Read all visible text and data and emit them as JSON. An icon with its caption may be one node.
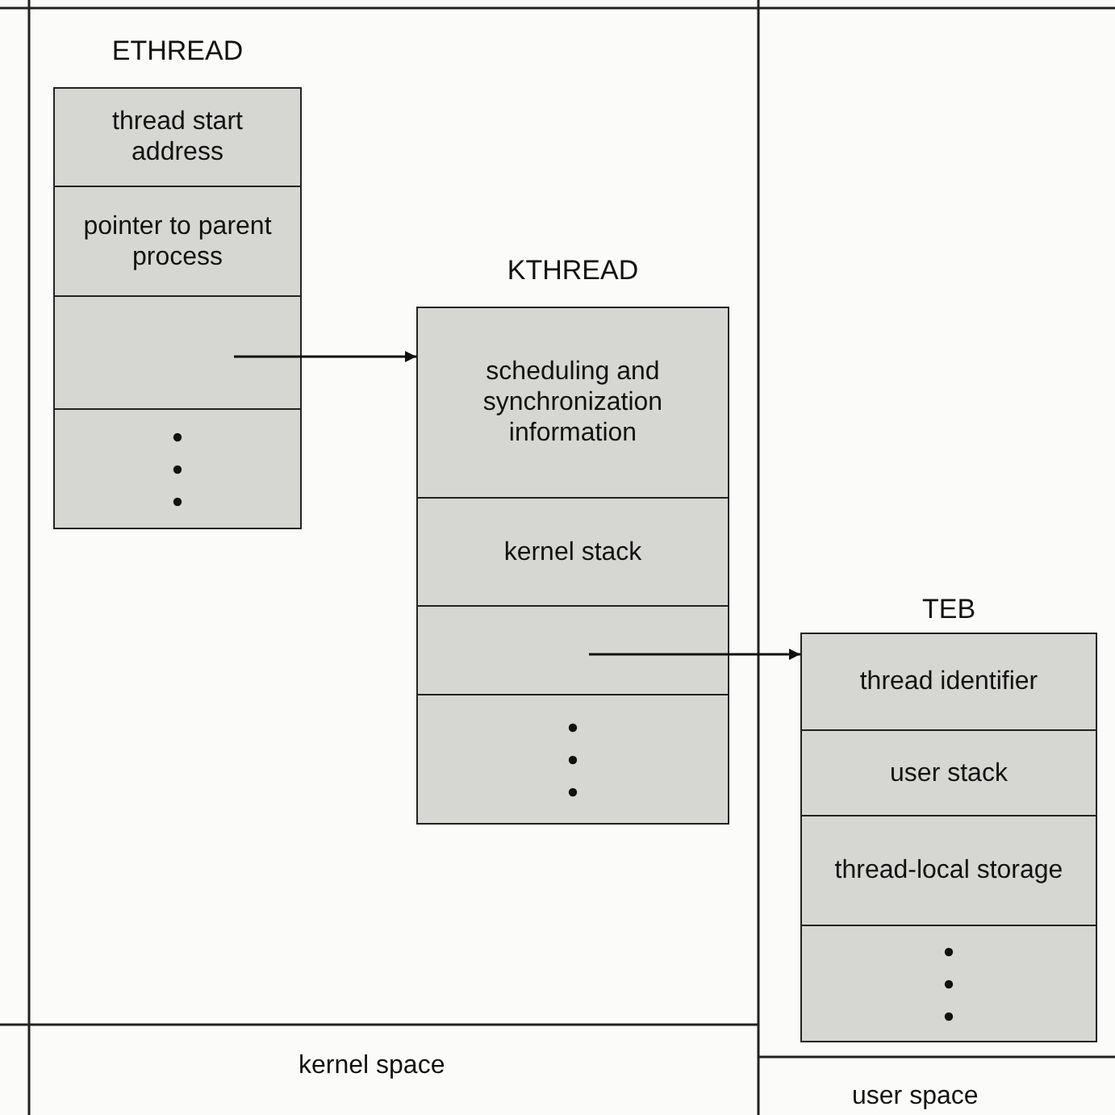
{
  "diagram": {
    "nodes": [
      {
        "text": [
          "ETHREAD"
        ]
      },
      {
        "text": [
          "thread start address"
        ],
        "in": 0
      },
      {
        "text": [
          "pointer to parent process"
        ],
        "in": 0
      },
      {
        "text": [],
        "shape": "box",
        "in": 0
      },
      {
        "text": [],
        "shape": "box",
        "in": 0
      },
      {
        "text": [
          "KTHREAD"
        ]
      },
      {
        "text": [
          "scheduling and synchronization information"
        ],
        "in": 5
      },
      {
        "text": [
          "kernel stack"
        ],
        "in": 5
      },
      {
        "text": [],
        "shape": "box",
        "in": 5
      },
      {
        "text": [],
        "shape": "box",
        "in": 5
      },
      {
        "text": [
          "TEB"
        ]
      },
      {
        "text": [
          "thread identifier"
        ],
        "in": 10
      },
      {
        "text": [
          "user stack"
        ],
        "in": 10
      },
      {
        "text": [
          "thread-local storage"
        ],
        "in": 10
      },
      {
        "text": [],
        "shape": "box",
        "in": 10
      }
    ],
    "edges": [
      {
        "from": 3,
        "to": 5,
        "arrow": "to"
      },
      {
        "from": 8,
        "to": 10,
        "arrow": "to"
      }
    ],
    "labels": [
      "kernel space",
      "user space"
    ]
  }
}
